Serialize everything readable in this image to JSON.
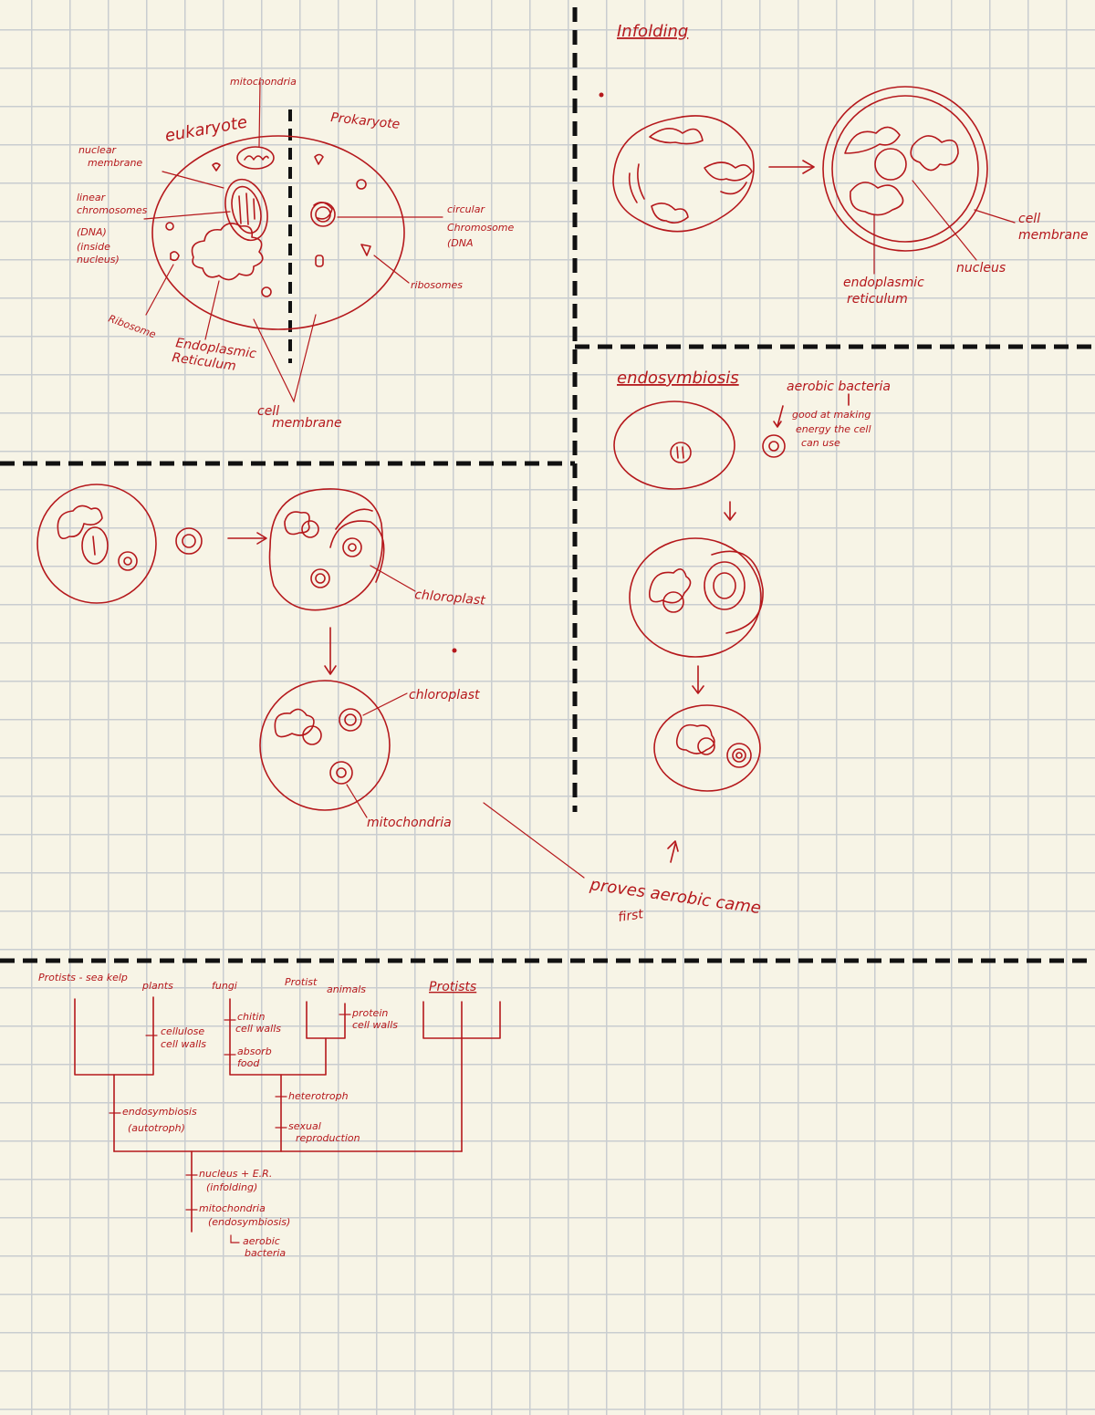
{
  "colors": {
    "paper": "#f7f4e6",
    "grid": "#c9cdd0",
    "ink": "#b5181c",
    "divider": "#111111"
  },
  "cell_section": {
    "eukaryote": "eukaryote",
    "prokaryote": "Prokaryote",
    "mitochondria": "mitochondria",
    "nuclear_membrane": [
      "nuclear",
      "membrane"
    ],
    "linear_chromosomes": [
      "linear",
      "chromosomes",
      "(DNA)",
      "(inside",
      "nucleus)"
    ],
    "ribosome": "Ribosome",
    "er": [
      "Endoplasmic",
      "Reticulum"
    ],
    "cell_membrane": [
      "cell",
      "membrane"
    ],
    "circular_chromosome": [
      "circular",
      "Chromosome",
      "(DNA"
    ],
    "ribosomes": "ribosomes"
  },
  "infolding_section": {
    "title": "Infolding",
    "cell_membrane": [
      "cell",
      "membrane"
    ],
    "nucleus": "nucleus",
    "er": [
      "endoplasmic",
      "reticulum"
    ]
  },
  "endosymbiosis_section": {
    "title": "endosymbiosis",
    "aerobic": [
      "aerobic bacteria",
      "good at making",
      "energy the cell",
      "can use"
    ]
  },
  "chloroplast_section": {
    "chloroplast_1": "chloroplast",
    "chloroplast_2": "chloroplast",
    "mitochondria": "mitochondria",
    "note": [
      "proves aerobic came",
      "first"
    ]
  },
  "tree": {
    "leaves": [
      "Protists - sea kelp",
      "plants",
      "fungi",
      "Protist",
      "animals",
      "Protists"
    ],
    "branch_labels": {
      "cellulose": [
        "cellulose",
        "cell walls"
      ],
      "chitin": [
        "chitin",
        "cell walls"
      ],
      "absorb": [
        "absorb",
        "food"
      ],
      "protein": [
        "protein",
        "cell walls"
      ],
      "endosymbiosis": [
        "endosymbiosis",
        "(autotroph)"
      ],
      "heterotroph": "heterotroph",
      "sexual": [
        "sexual",
        "reproduction"
      ],
      "nucleus_er": [
        "nucleus + E.R.",
        "(infolding)"
      ],
      "mito": [
        "mitochondria",
        "(endosymbiosis)"
      ],
      "aerobic": [
        "aerobic",
        "bacteria"
      ]
    }
  }
}
